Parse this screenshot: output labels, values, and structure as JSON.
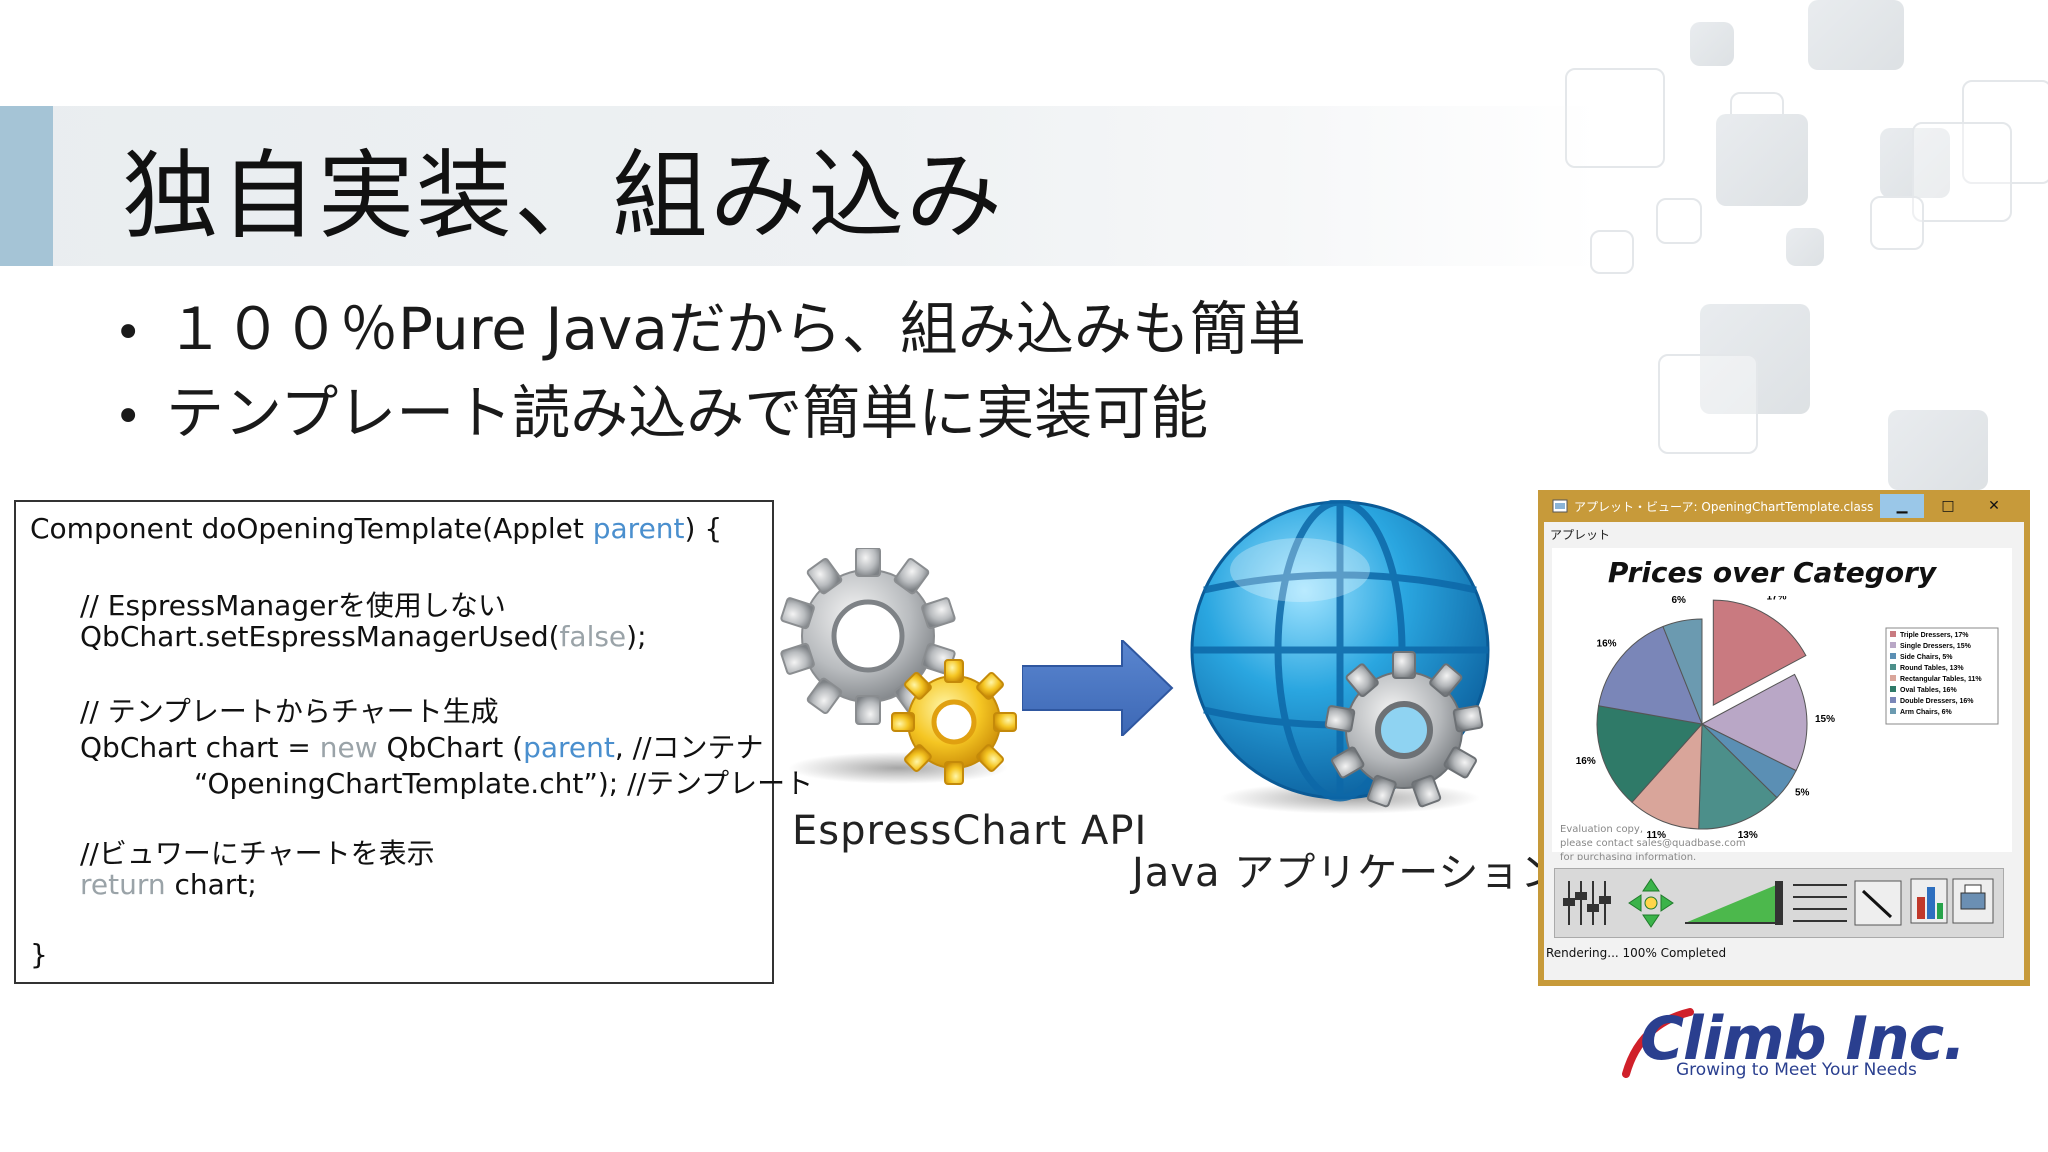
{
  "slide": {
    "title": "独自実装、組み込み",
    "bullets": [
      "１００％Pure Javaだから、組み込みも簡単",
      "テンプレート読み込みで簡単に実装可能"
    ]
  },
  "code": {
    "line1_a": "Component doOpeningTemplate(Applet ",
    "line1_b": "parent",
    "line1_c": ") {",
    "line2": "// EspressManagerを使用しない",
    "line3_a": "QbChart.setEspressManagerUsed(",
    "line3_b": "false",
    "line3_c": ");",
    "line4": "// テンプレートからチャート生成",
    "line5_a": "QbChart chart = ",
    "line5_b": "new",
    "line5_c": " QbChart (",
    "line5_d": "parent",
    "line5_e": ", //コンテナ",
    "line6": "“OpeningChartTemplate.cht”); //テンプレート",
    "line7": "//ビュワーにチャートを表示",
    "line8_a": "return",
    "line8_b": " chart;",
    "line9": "}"
  },
  "labels": {
    "api": "EspressChart API",
    "java": "Java アプリケーション"
  },
  "applet": {
    "window_title": "アプレット・ビューア: OpeningChartTemplate.class",
    "menu": "アプレット",
    "chart_title": "Prices over Category",
    "eval_line1": "Evaluation copy,",
    "eval_line2": "please contact sales@quadbase.com",
    "eval_line3": "for purchasing information.",
    "status": "Rendering... 100% Completed",
    "min_glyph": "▁",
    "max_glyph": "□",
    "close_glyph": "✕"
  },
  "chart_data": {
    "type": "pie",
    "title": "Prices over Category",
    "categories": [
      "Triple Dressers",
      "Single Dressers",
      "Side Chairs",
      "Round Tables",
      "Rectangular Tables",
      "Oval Tables",
      "Double Dressers",
      "Arm Chairs"
    ],
    "values": [
      17,
      15,
      5,
      13,
      11,
      16,
      16,
      6
    ],
    "legend": [
      "Triple Dressers, 17%",
      "Single Dressers, 15%",
      "Side Chairs, 5%",
      "Round Tables, 13%",
      "Rectangular Tables, 11%",
      "Oval Tables, 16%",
      "Double Dressers, 16%",
      "Arm Chairs, 6%"
    ],
    "colors": [
      "#c97a80",
      "#b9a7c6",
      "#5b8fb4",
      "#4c8f8a",
      "#d9a59a",
      "#2f7a68",
      "#7a86b8",
      "#6b9ab0"
    ],
    "legend_position": "right"
  },
  "logo": {
    "name": "Climb Inc.",
    "tagline": "Growing to Meet Your Needs"
  }
}
